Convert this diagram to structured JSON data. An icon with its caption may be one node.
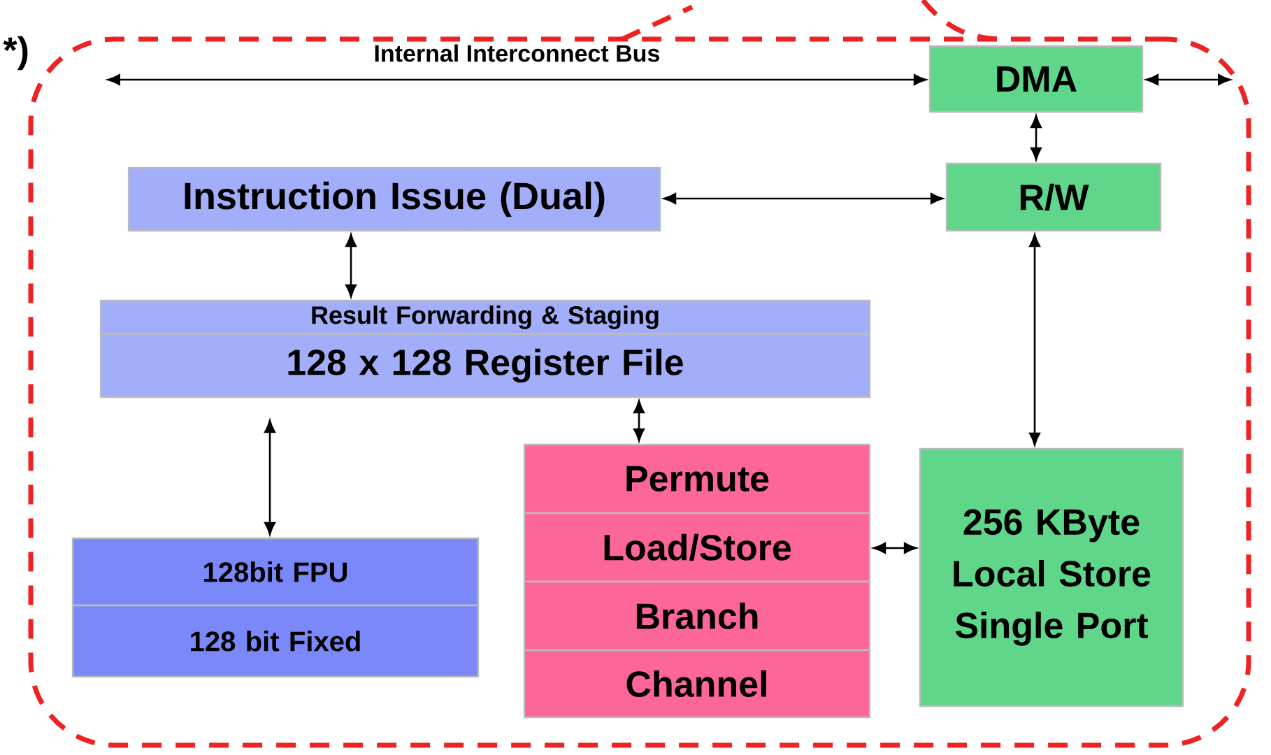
{
  "diagram": {
    "nodes": [
      {
        "text": [],
        "shape": "box"
      },
      {
        "text": [
          "DMA"
        ],
        "in": 0
      },
      {
        "text": [
          "R/W"
        ],
        "in": 0
      },
      {
        "text": [
          "Instruction Issue (Dual)"
        ],
        "in": 0
      },
      {
        "text": [
          "Result Forwarding & Staging"
        ],
        "in": 0
      },
      {
        "text": [
          "128 x 128 Register File"
        ],
        "in": 0
      },
      {
        "text": [
          "128bit FPU"
        ],
        "in": 0
      },
      {
        "text": [
          "128 bit Fixed"
        ],
        "in": 0
      },
      {
        "text": [
          "Permute"
        ],
        "in": 0
      },
      {
        "text": [
          "Load/Store"
        ],
        "in": 0
      },
      {
        "text": [
          "Branch"
        ],
        "in": 0
      },
      {
        "text": [
          "Channel"
        ],
        "in": 0
      },
      {
        "text": [
          "256 KByte Local Store Single Port"
        ],
        "in": 0
      }
    ],
    "edges": [
      {
        "from": null,
        "to": 1,
        "arrow": "both",
        "label": "Internal Interconnect Bus"
      },
      {
        "from": 1,
        "to": null,
        "arrow": "both"
      },
      {
        "from": 1,
        "to": 2,
        "arrow": "both"
      },
      {
        "from": 3,
        "to": 2,
        "arrow": "both"
      },
      {
        "from": 3,
        "to": 4,
        "arrow": "both"
      },
      {
        "from": 5,
        "to": 6,
        "arrow": "both"
      },
      {
        "from": 5,
        "to": 8,
        "arrow": "both"
      },
      {
        "from": 2,
        "to": 12,
        "arrow": "both"
      },
      {
        "from": 9,
        "to": 12,
        "arrow": "both"
      }
    ],
    "labels": [
      "*)"
    ]
  }
}
